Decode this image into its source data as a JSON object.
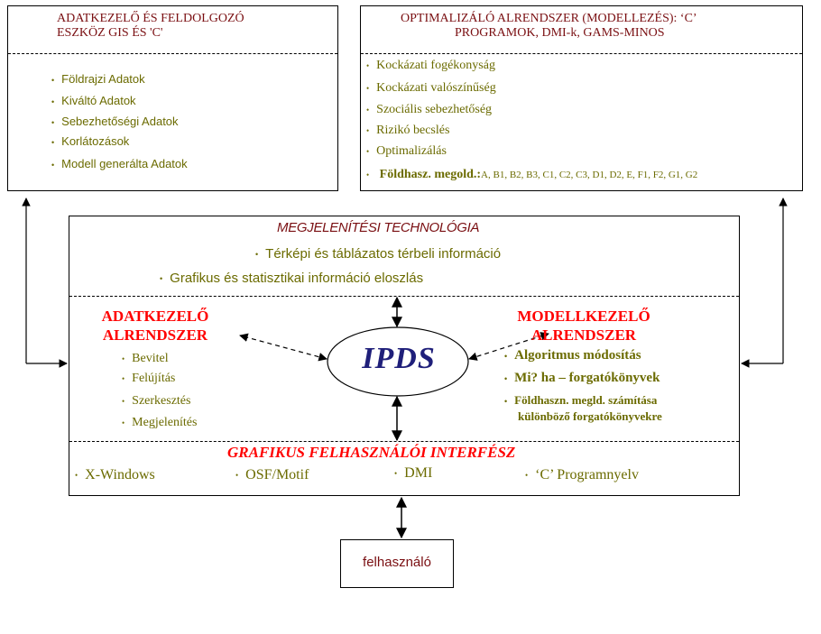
{
  "left_box": {
    "title_line1": "ADATKEZELŐ ÉS FELDOLGOZÓ",
    "title_line2": "ESZKÖZ GIS ÉS 'C'",
    "items": [
      "Földrajzi   Adatok",
      "Kiváltó   Adatok",
      "Sebezhetőségi Adatok",
      "Korlátozások",
      "Modell generálta Adatok"
    ]
  },
  "right_box": {
    "title_line1": "OPTIMALIZÁLÓ ALRENDSZER (MODELLEZÉS): ‘C’",
    "title_line2": "PROGRAMOK, DMI-k, GAMS-MINOS",
    "items": [
      "Kockázati fogékonyság",
      "Kockázati valószínűség",
      "Szociális sebezhetőség",
      "Rizikó becslés",
      "Optimalizálás"
    ],
    "last_item_label": "Földhasz. megold.:",
    "last_item_codes": "A, B1, B2, B3, C1, C2, C3, D1, D2, E, F1, F2, G1, G2"
  },
  "main_box": {
    "tech_title": "MEGJELENÍTÉSI TECHNOLÓGIA",
    "tech_items": [
      "Térképi és táblázatos térbeli információ",
      "Grafikus és statisztikai információ eloszlás"
    ],
    "data_title_line1": "ADATKEZELŐ",
    "data_title_line2": "ALRENDSZER",
    "data_items": [
      "Bevitel",
      "Felújítás",
      "Szerkesztés",
      "Megjelenítés"
    ],
    "center_label": "IPDS",
    "model_title_line1": "MODELLKEZELŐ",
    "model_title_line2": "ALRENDSZER",
    "model_items": [
      "Algoritmus módosítás",
      "Mi? ha – forgatókönyvek",
      "Földhaszn. megld. számítása",
      "különböző forgatókönyvekre"
    ],
    "gui_title": "GRAFIKUS FELHASZNÁLÓI INTERFÉSZ",
    "gui_items": [
      "X-Windows",
      "OSF/Motif",
      "DMI",
      "‘C’ Programnyelv"
    ]
  },
  "user_box": {
    "label": "felhasználó"
  }
}
